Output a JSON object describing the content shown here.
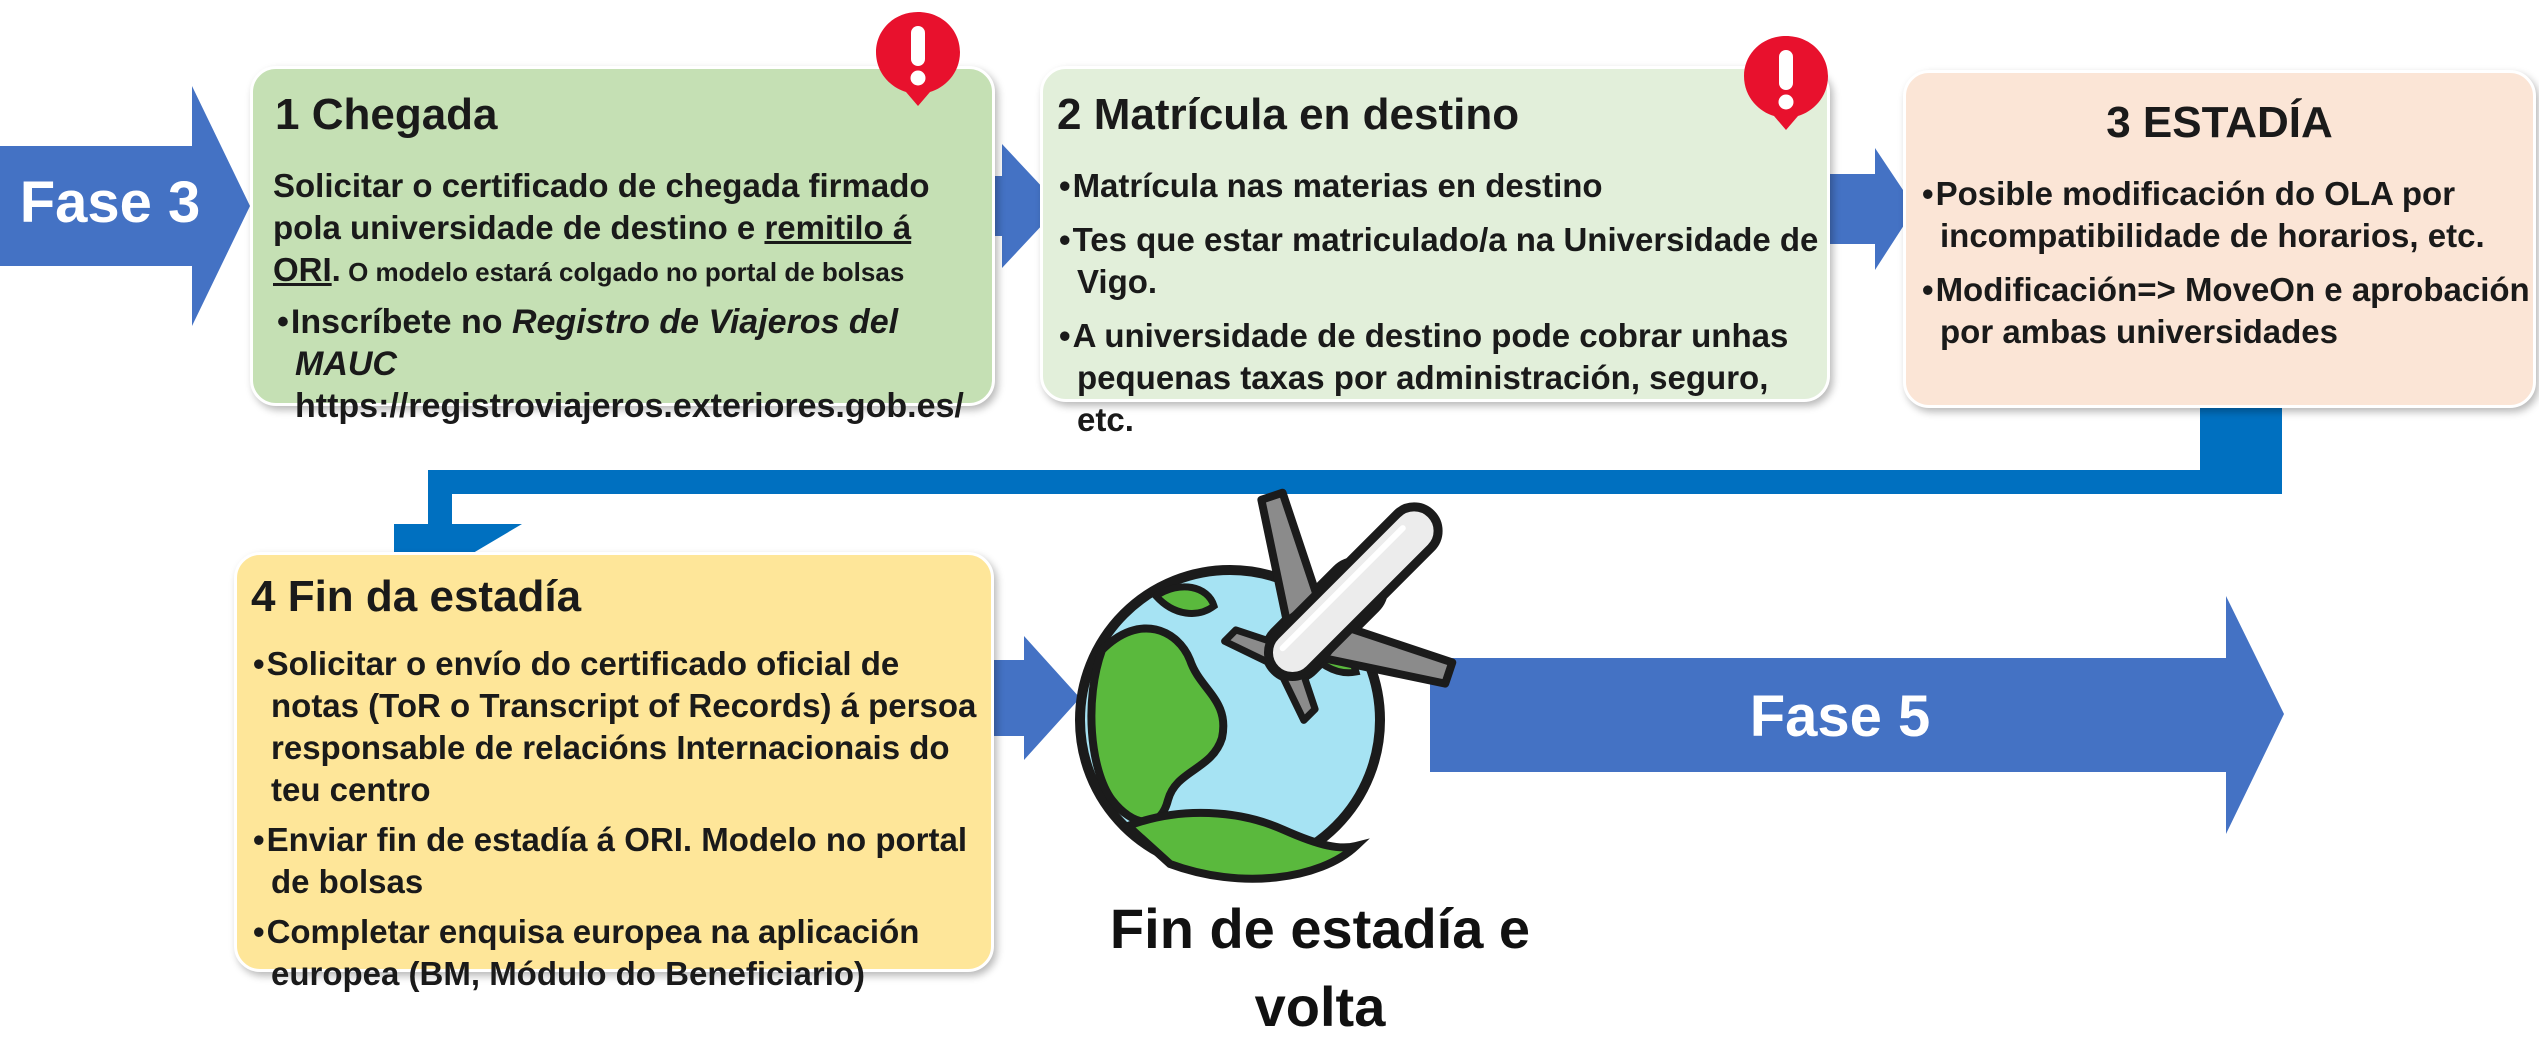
{
  "phases": {
    "start": "Fase 3",
    "end": "Fase 5"
  },
  "step1": {
    "title": "1 Chegada",
    "line1": "Solicitar o certificado de chegada firmado pola universidade de destino e ",
    "underlined": "remitilo á ORI",
    "after_underlined": ".",
    "small_note": " O modelo estará colgado no portal de bolsas",
    "bullet_prefix": "Inscríbete no ",
    "bullet_italic": "Registro de Viajeros del MAUC",
    "bullet_url": "https://registroviajeros.exteriores.gob.es/"
  },
  "step2": {
    "title": "2 Matrícula en destino",
    "bullets": [
      "Matrícula nas materias en destino",
      "Tes que estar matriculado/a na Universidade de Vigo.",
      "A universidade de destino pode cobrar unhas pequenas taxas por administración, seguro, etc."
    ]
  },
  "step3": {
    "title": "3 ESTADÍA",
    "bullets": [
      "Posible modificación do OLA por incompatibilidade de horarios, etc.",
      "Modificación=> MoveOn e aprobación por ambas universidades"
    ]
  },
  "step4": {
    "title": "4 Fin da estadía",
    "bullets": [
      "Solicitar o envío do certificado oficial de notas (ToR o Transcript of Records) á persoa responsable de relacións Internacionais do teu centro",
      "Enviar fin de estadía á ORI. Modelo no portal de bolsas",
      "Completar enquisa europea na aplicación europea (BM, Módulo do Beneficiario)"
    ]
  },
  "caption": "Fin de estadía e volta",
  "icons": {
    "alert": "exclamation-badge-icon",
    "travel": "globe-airplane-icon"
  },
  "colors": {
    "arrow_blue": "#4472c4",
    "connector_blue": "#0070c0",
    "alert_red": "#e8112d",
    "step1_fill": "#c5e0b4",
    "step2_fill": "#e2efda",
    "step3_fill": "#fbe5d6",
    "step4_fill": "#fee699"
  }
}
